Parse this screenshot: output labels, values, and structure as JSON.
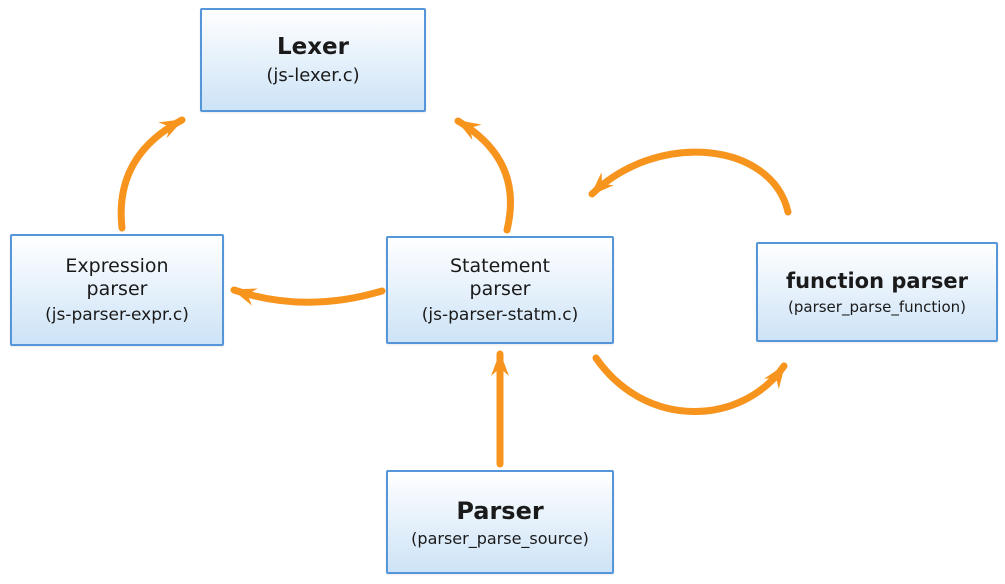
{
  "title": "Parser modules call diagram",
  "colors": {
    "arrow": "#F7941D",
    "box_border": "#5596D8",
    "box_fill_top": "#FFFFFF",
    "box_fill_bottom": "#CDE3F7",
    "text": "#1A1A1A"
  },
  "nodes": {
    "lexer": {
      "title": "Lexer",
      "subtitle": "(js-lexer.c)"
    },
    "expression_parser": {
      "title": "Expression\nparser",
      "subtitle": "(js-parser-expr.c)"
    },
    "statement_parser": {
      "title": "Statement\nparser",
      "subtitle": "(js-parser-statm.c)"
    },
    "function_parser": {
      "title": "function parser",
      "subtitle": "(parser_parse_function)"
    },
    "parser": {
      "title": "Parser",
      "subtitle": "(parser_parse_source)"
    }
  },
  "edges": [
    {
      "from": "expression_parser",
      "to": "lexer"
    },
    {
      "from": "statement_parser",
      "to": "lexer"
    },
    {
      "from": "statement_parser",
      "to": "expression_parser"
    },
    {
      "from": "function_parser",
      "to": "statement_parser"
    },
    {
      "from": "statement_parser",
      "to": "function_parser"
    },
    {
      "from": "parser",
      "to": "statement_parser"
    }
  ]
}
